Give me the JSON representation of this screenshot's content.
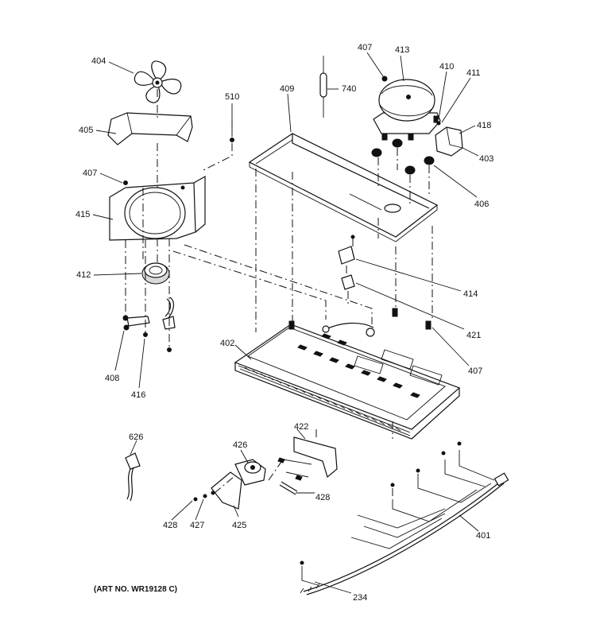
{
  "labels": {
    "p404": "404",
    "p405": "405",
    "p407a": "407",
    "p415": "415",
    "p412": "412",
    "p408": "408",
    "p416": "416",
    "p510": "510",
    "p409": "409",
    "p740": "740",
    "p407b": "407",
    "p413": "413",
    "p410": "410",
    "p411": "411",
    "p418": "418",
    "p403": "403",
    "p406": "406",
    "p414": "414",
    "p421": "421",
    "p407c": "407",
    "p402": "402",
    "p626": "626",
    "p426": "426",
    "p422": "422",
    "p428a": "428",
    "p428b": "428",
    "p427": "427",
    "p425": "425",
    "p401": "401",
    "p234": "234"
  },
  "art_number": "(ART NO. WR19128 C)"
}
